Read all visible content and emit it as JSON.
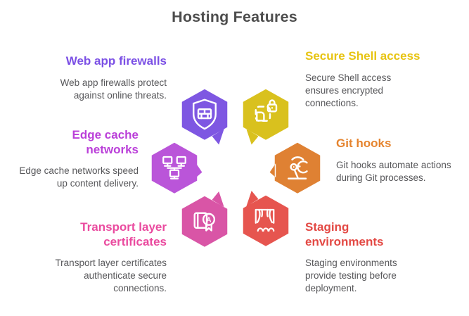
{
  "title": "Hosting Features",
  "theme": {
    "background": "#ffffff",
    "title_color": "#4d4d4d",
    "body_text_color": "#57575a",
    "icon_stroke": "#ffffff"
  },
  "features": [
    {
      "id": "web-app-firewalls",
      "side": "left",
      "label": "Web app firewalls",
      "description": "Web app firewalls protect\nagainst online threats.",
      "label_color": "#7b50e5",
      "hex_fill": "#7e57e2",
      "icon": "firewall-shield-icon"
    },
    {
      "id": "secure-shell-access",
      "side": "right",
      "label": "Secure Shell access",
      "description": "Secure Shell access\nensures encrypted\nconnections.",
      "label_color": "#e7c412",
      "hex_fill": "#d9c11e",
      "icon": "ssh-lock-icon"
    },
    {
      "id": "edge-cache-networks",
      "side": "left",
      "label": "Edge cache\nnetworks",
      "description": "Edge cache networks speed\nup content delivery.",
      "label_color": "#ba3fd9",
      "hex_fill": "#ba55d9",
      "icon": "network-monitors-icon"
    },
    {
      "id": "git-hooks",
      "side": "right",
      "label": "Git hooks",
      "description": "Git hooks automate actions\nduring Git processes.",
      "label_color": "#e5832d",
      "hex_fill": "#df8133",
      "icon": "automation-arm-icon"
    },
    {
      "id": "transport-layer-certificates",
      "side": "left",
      "label": "Transport layer\ncertificates",
      "description": "Transport layer certificates\nauthenticate secure\nconnections.",
      "label_color": "#ea4b9f",
      "hex_fill": "#d955a6",
      "icon": "certificate-award-icon"
    },
    {
      "id": "staging-environments",
      "side": "right",
      "label": "Staging\nenvironments",
      "description": "Staging environments\nprovide testing before\ndeployment.",
      "label_color": "#e34944",
      "hex_fill": "#e6554f",
      "icon": "stage-curtains-icon"
    }
  ]
}
